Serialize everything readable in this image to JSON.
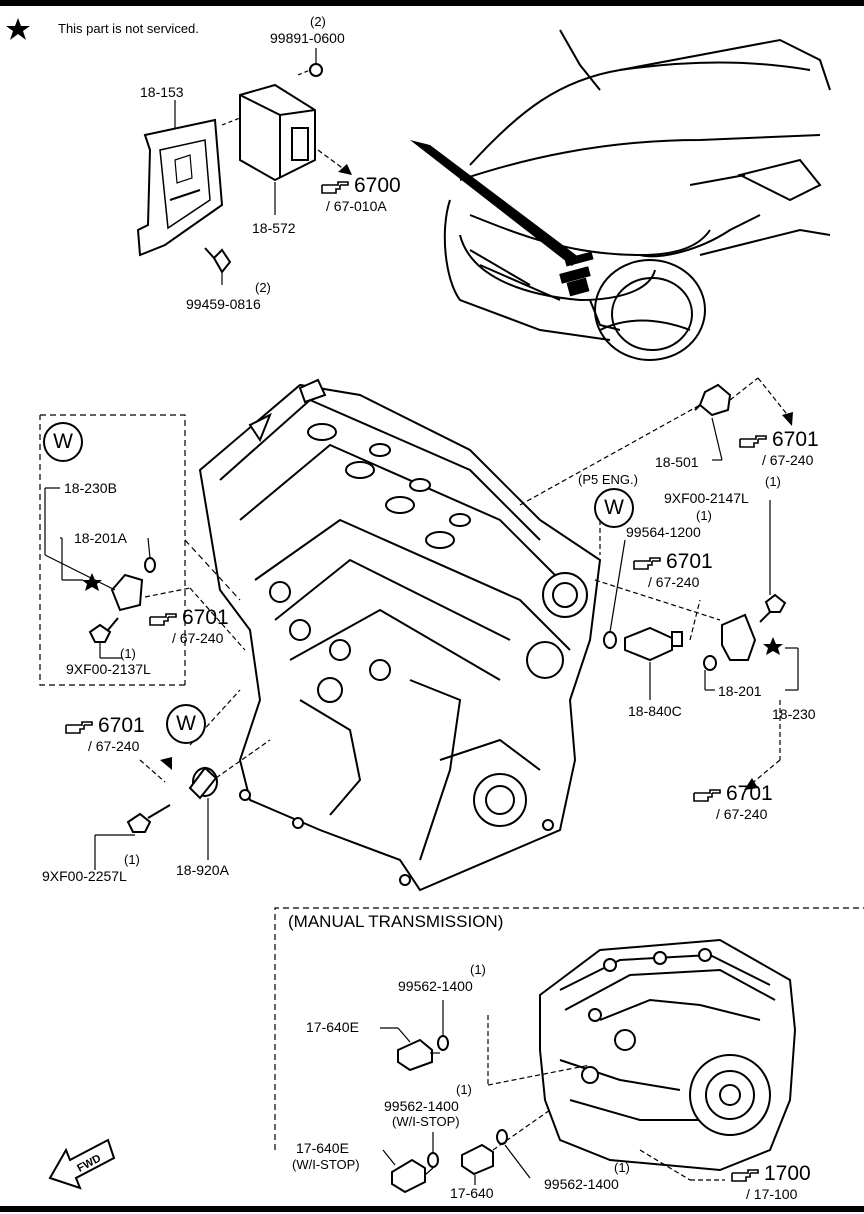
{
  "legend": "This part is not serviced.",
  "w_symbol": "W",
  "parts": {
    "p99891": "99891-0600",
    "p99891_qty": "(2)",
    "p18153": "18-153",
    "p18572": "18-572",
    "p99459": "99459-0816",
    "p99459_qty": "(2)",
    "p18230B": "18-230B",
    "p18201A": "18-201A",
    "p9XF00_2137": "9XF00-2137L",
    "p9XF00_2137_qty": "(1)",
    "p18501": "18-501",
    "p5eng": "(P5 ENG.)",
    "p9XF00_2147": "9XF00-2147L",
    "p9XF00_2147_qty": "(1)",
    "p99564": "99564-1200",
    "p99564_qty": "(1)",
    "p18840C": "18-840C",
    "p18201": "18-201",
    "p18230": "18-230",
    "p9XF00_2257": "9XF00-2257L",
    "p9XF00_2257_qty": "(1)",
    "p18920A": "18-920A",
    "p99562a": "99562-1400",
    "p99562a_qty": "(1)",
    "p17640E": "17-640E",
    "p99562b": "99562-1400",
    "p99562b_qty": "(1)",
    "p99562b_note": "(W/I-STOP)",
    "p17640E_b": "17-640E",
    "p17640E_b_note": "(W/I-STOP)",
    "p17640": "17-640",
    "p99562c": "99562-1400",
    "p99562c_qty": "(1)"
  },
  "refs": {
    "r6700": {
      "num": "6700",
      "sub": "/ 67-010A"
    },
    "r6701_top": {
      "num": "6701",
      "sub": "/ 67-240"
    },
    "r6701_left": {
      "num": "6701",
      "sub": "/ 67-240"
    },
    "r6701_mid": {
      "num": "6701",
      "sub": "/ 67-240"
    },
    "r6701_low": {
      "num": "6701",
      "sub": "/ 67-240"
    },
    "r6701_right": {
      "num": "6701",
      "sub": "/ 67-240"
    },
    "r1700": {
      "num": "1700",
      "sub": "/ 17-100"
    }
  },
  "manual_title": "(MANUAL TRANSMISSION)",
  "fwd": "FWD"
}
